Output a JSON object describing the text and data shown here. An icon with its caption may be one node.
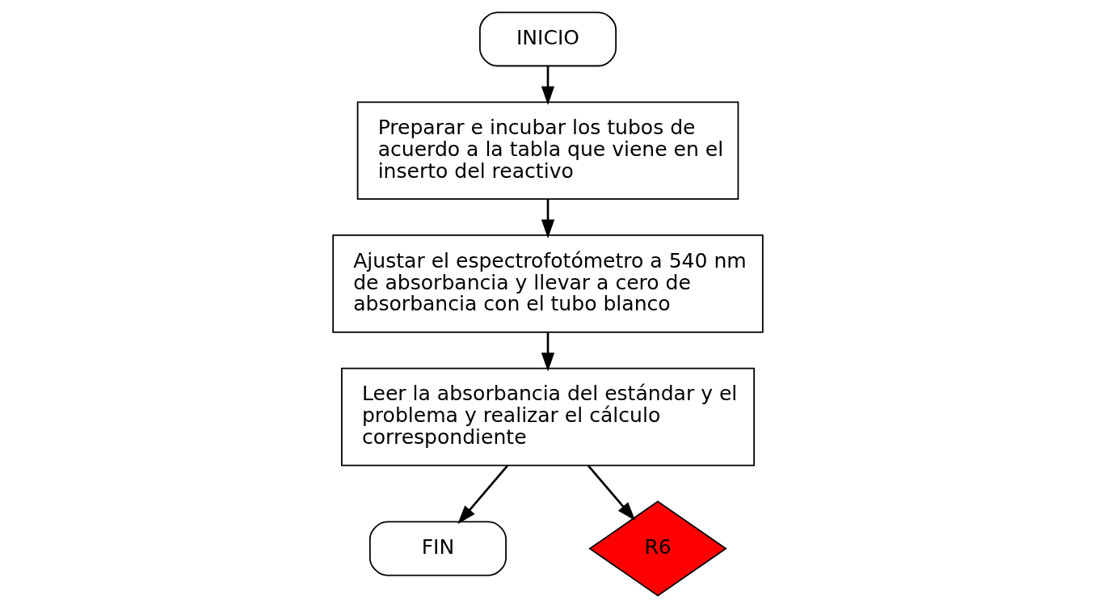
{
  "diagram": {
    "nodes": [
      {
        "text": [
          "INICIO"
        ]
      },
      {
        "text": [
          "Preparar e incubar los tubos de acuerdo a la tabla que viene en el inserto del reactivo"
        ]
      },
      {
        "text": [
          "Ajustar el espectrofotómetro a 540 nm de absorbancia y llevar a cero de absorbancia con el tubo blanco"
        ]
      },
      {
        "text": [
          "Leer la absorbancia del estándar y el problema y realizar el cálculo correspondiente"
        ]
      },
      {
        "text": [
          "FIN"
        ]
      },
      {
        "text": [
          "R6"
        ]
      }
    ],
    "edges": [
      {
        "from": 0,
        "to": 1,
        "arrow": "to"
      },
      {
        "from": 1,
        "to": 2,
        "arrow": "to"
      },
      {
        "from": 2,
        "to": 3,
        "arrow": "to"
      },
      {
        "from": 3,
        "to": 4,
        "arrow": "to"
      },
      {
        "from": 3,
        "to": 5,
        "arrow": "to"
      }
    ]
  }
}
